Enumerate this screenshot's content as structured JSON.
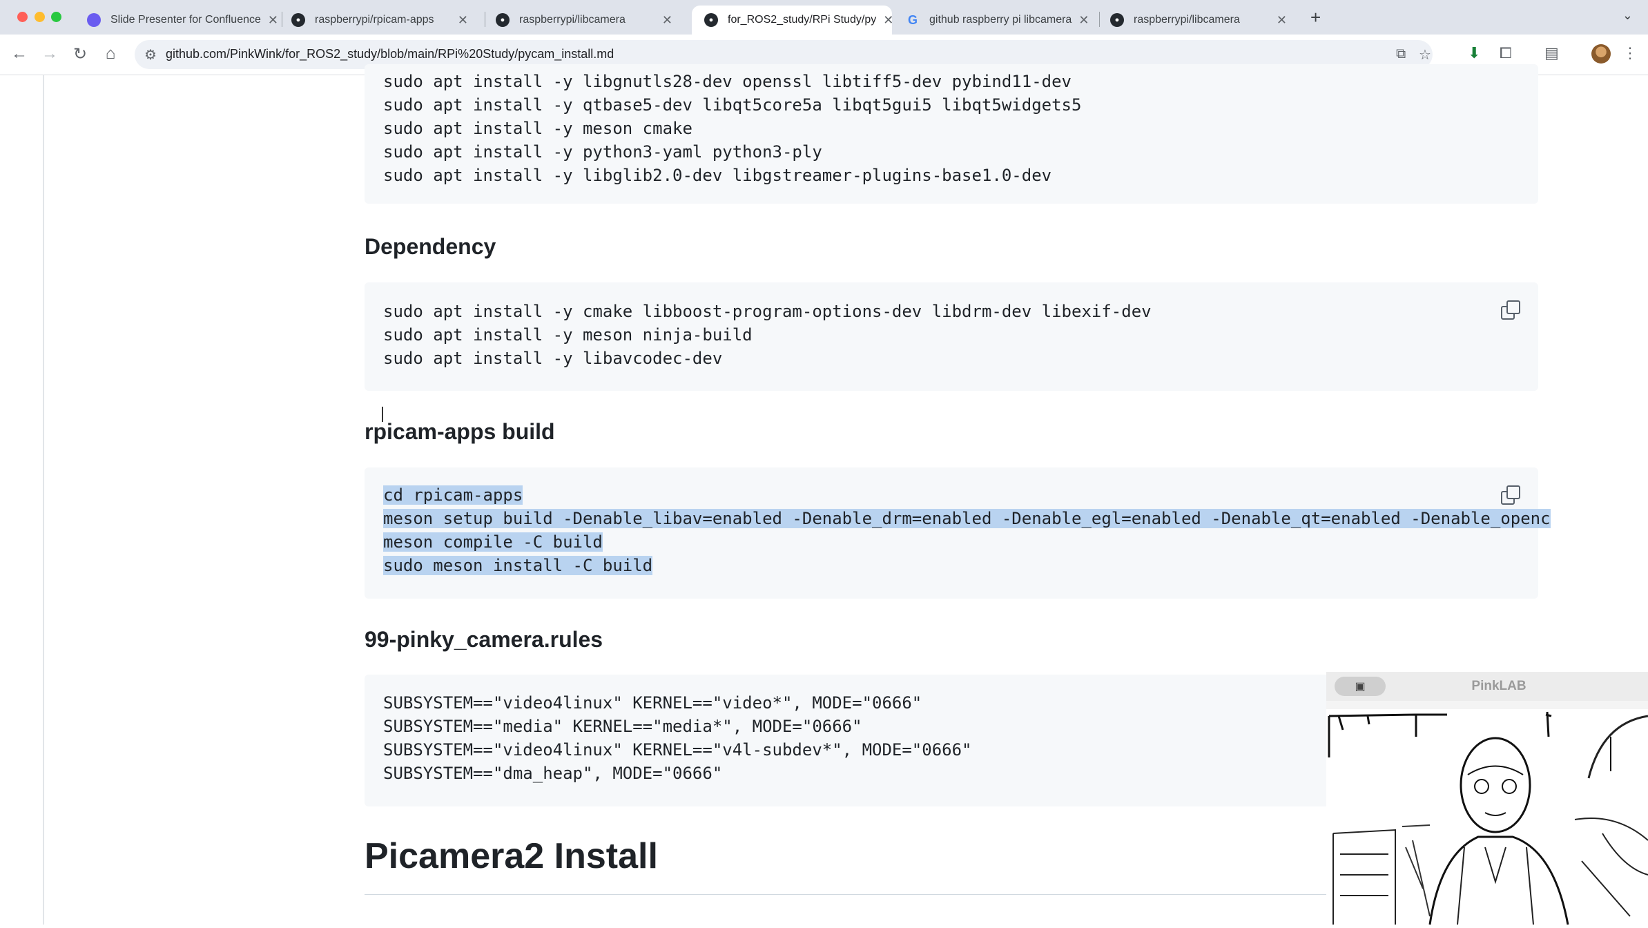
{
  "browser": {
    "tabs": [
      {
        "label": "Slide Presenter for Confluence",
        "icon": "slide-presenter-icon",
        "active": false
      },
      {
        "label": "raspberrypi/rpicam-apps",
        "icon": "github-icon",
        "active": false
      },
      {
        "label": "raspberrypi/libcamera",
        "icon": "github-icon",
        "active": false
      },
      {
        "label": "for_ROS2_study/RPi Study/py",
        "icon": "github-icon",
        "active": true
      },
      {
        "label": "github raspberry pi libcamera",
        "icon": "google-icon",
        "active": false
      },
      {
        "label": "raspberrypi/libcamera",
        "icon": "github-icon",
        "active": false
      }
    ],
    "url": "github.com/PinkWink/for_ROS2_study/blob/main/RPi%20Study/pycam_install.md"
  },
  "doc": {
    "top_code": {
      "lines": [
        "sudo apt install -y libgnutls28-dev openssl libtiff5-dev pybind11-dev",
        "sudo apt install -y qtbase5-dev libqt5core5a libqt5gui5 libqt5widgets5",
        "sudo apt install -y meson cmake",
        "sudo apt install -y python3-yaml python3-ply",
        "sudo apt install -y libglib2.0-dev libgstreamer-plugins-base1.0-dev"
      ]
    },
    "dependency": {
      "heading": "Dependency",
      "lines": [
        "sudo apt install -y cmake libboost-program-options-dev libdrm-dev libexif-dev",
        "sudo apt install -y meson ninja-build",
        "sudo apt install -y libavcodec-dev"
      ]
    },
    "rpicam_build": {
      "heading": "rpicam-apps build",
      "lines": [
        "cd rpicam-apps",
        "meson setup build -Denable_libav=enabled -Denable_drm=enabled -Denable_egl=enabled -Denable_qt=enabled -Denable_openc",
        "meson compile -C build",
        "sudo meson install -C build"
      ]
    },
    "rules": {
      "heading": "99-pinky_camera.rules",
      "lines": [
        "SUBSYSTEM==\"video4linux\" KERNEL==\"video*\", MODE=\"0666\"",
        "SUBSYSTEM==\"media\" KERNEL==\"media*\", MODE=\"0666\"",
        "SUBSYSTEM==\"video4linux\" KERNEL==\"v4l-subdev*\", MODE=\"0666\"",
        "SUBSYSTEM==\"dma_heap\", MODE=\"0666\""
      ]
    },
    "picamera2_heading": "Picamera2 Install"
  },
  "webcam": {
    "title": "PinkLAB"
  }
}
